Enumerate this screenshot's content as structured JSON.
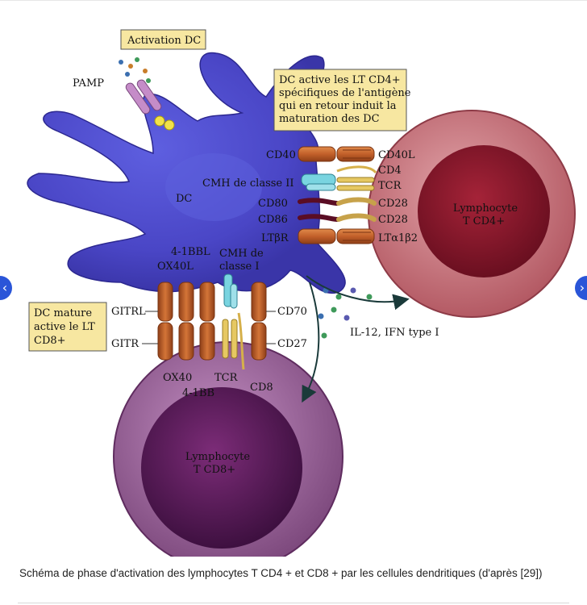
{
  "figure": {
    "box_activation": "Activation DC",
    "pamp": "PAMP",
    "box_cd4": [
      "DC active les LT CD4+",
      "spécifiques de l'antigène",
      "qui en retour induit la",
      "maturation des DC"
    ],
    "dc": "DC",
    "left_labels": [
      "CD40",
      "CMH de classe II",
      "CD80",
      "CD86",
      "LTβR"
    ],
    "right_labels": [
      "CD40L",
      "CD4",
      "TCR",
      "CD28",
      "CD28",
      "LTα1β2"
    ],
    "cd4_cell": [
      "Lymphocyte",
      "T CD4+"
    ],
    "top_ligands": {
      "bbl": "4-1BBL",
      "ox40l": "OX40L",
      "cmh": [
        "CMH de",
        "classe I"
      ]
    },
    "box_cd8": [
      "DC mature",
      "active le LT",
      "CD8+"
    ],
    "gitrl": "GITRL",
    "gitr": "GITR",
    "cd70": "CD70",
    "cd27": "CD27",
    "cytokines": "IL-12, IFN type I",
    "bottom_receptors": {
      "ox40": "OX40",
      "bb": "4-1BB",
      "tcr": "TCR",
      "cd8": "CD8"
    },
    "cd8_cell": [
      "Lymphocyte",
      "T CD8+"
    ]
  },
  "caption": "Schéma de phase d'activation des lymphocytes T CD4 + et CD8 + par les cellules dendritiques (d'après [29])",
  "nav": {
    "prev": "‹",
    "next": "›"
  },
  "colors": {
    "dc": "#4b47c9",
    "cd4_outer": "#c7737c",
    "cd4_inner": "#7d1428",
    "cd8_outer": "#9a5c99",
    "cd8_inner": "#521a50",
    "receptor": "#c0652a",
    "box": "#f7e7a1"
  }
}
